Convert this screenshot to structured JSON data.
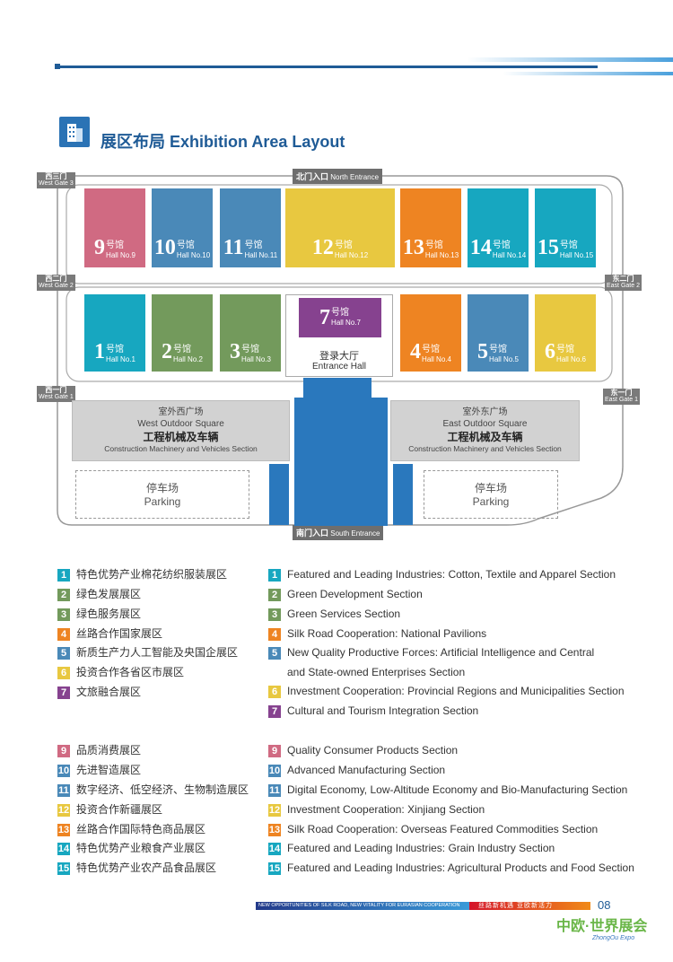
{
  "header": {
    "title": "展区布局 Exhibition Area Layout"
  },
  "map": {
    "north_entrance": {
      "cn": "北门入口",
      "en": "North Entrance"
    },
    "south_entrance": {
      "cn": "南门入口",
      "en": "South Entrance"
    },
    "gates": {
      "west3": {
        "cn": "西三门",
        "en": "West Gate 3"
      },
      "west2": {
        "cn": "西二门",
        "en": "West Gate 2"
      },
      "west1": {
        "cn": "西一门",
        "en": "West Gate 1"
      },
      "east2": {
        "cn": "东二门",
        "en": "East Gate 2"
      },
      "east1": {
        "cn": "东一门",
        "en": "East Gate 1"
      }
    },
    "hall_cn": "号馆",
    "halls": [
      {
        "num": "9",
        "en": "Hall No.9",
        "color": "#d06a82"
      },
      {
        "num": "10",
        "en": "Hall No.10",
        "color": "#4a89b8"
      },
      {
        "num": "11",
        "en": "Hall No.11",
        "color": "#4a89b8"
      },
      {
        "num": "12",
        "en": "Hall No.12",
        "color": "#e8c840"
      },
      {
        "num": "13",
        "en": "Hall No.13",
        "color": "#ee8422"
      },
      {
        "num": "14",
        "en": "Hall No.14",
        "color": "#17a7c0"
      },
      {
        "num": "15",
        "en": "Hall No.15",
        "color": "#17a7c0"
      },
      {
        "num": "1",
        "en": "Hall No.1",
        "color": "#17a7c0"
      },
      {
        "num": "2",
        "en": "Hall No.2",
        "color": "#739a5c"
      },
      {
        "num": "3",
        "en": "Hall No.3",
        "color": "#739a5c"
      },
      {
        "num": "7",
        "en": "Hall No.7",
        "color": "#86428f"
      },
      {
        "num": "4",
        "en": "Hall No.4",
        "color": "#ee8422"
      },
      {
        "num": "5",
        "en": "Hall No.5",
        "color": "#4a89b8"
      },
      {
        "num": "6",
        "en": "Hall No.6",
        "color": "#e8c840"
      }
    ],
    "entrance_hall": {
      "cn": "登录大厅",
      "en": "Entrance Hall"
    },
    "west_square": {
      "cn": "室外西广场",
      "en": "West Outdoor Square",
      "section_cn": "工程机械及车辆",
      "section_en": "Construction Machinery and Vehicles Section"
    },
    "east_square": {
      "cn": "室外东广场",
      "en": "East Outdoor Square",
      "section_cn": "工程机械及车辆",
      "section_en": "Construction Machinery and Vehicles Section"
    },
    "parking": {
      "cn": "停车场",
      "en": "Parking"
    }
  },
  "legend": [
    {
      "num": "1",
      "color": "#17a7c0",
      "cn": "特色优势产业棉花纺织服装展区",
      "en": "Featured and Leading Industries: Cotton, Textile and Apparel Section"
    },
    {
      "num": "2",
      "color": "#739a5c",
      "cn": "绿色发展展区",
      "en": "Green Development Section"
    },
    {
      "num": "3",
      "color": "#739a5c",
      "cn": "绿色服务展区",
      "en": "Green Services Section"
    },
    {
      "num": "4",
      "color": "#ee8422",
      "cn": "丝路合作国家展区",
      "en": "Silk Road Cooperation: National Pavilions"
    },
    {
      "num": "5",
      "color": "#4a89b8",
      "cn": "新质生产力人工智能及央国企展区",
      "en": "New Quality Productive Forces: Artificial Intelligence and Central and State-owned Enterprises Section"
    },
    {
      "num": "6",
      "color": "#e8c840",
      "cn": "投资合作各省区市展区",
      "en": "Investment Cooperation: Provincial Regions and Municipalities Section"
    },
    {
      "num": "7",
      "color": "#86428f",
      "cn": "文旅融合展区",
      "en": "Cultural and Tourism Integration Section"
    },
    {
      "num": "9",
      "color": "#d06a82",
      "cn": "品质消费展区",
      "en": "Quality Consumer Products Section"
    },
    {
      "num": "10",
      "color": "#4a89b8",
      "cn": "先进智造展区",
      "en": "Advanced Manufacturing Section"
    },
    {
      "num": "11",
      "color": "#4a89b8",
      "cn": "数字经济、低空经济、生物制造展区",
      "en": "Digital Economy, Low-Altitude Economy and Bio-Manufacturing Section"
    },
    {
      "num": "12",
      "color": "#e8c840",
      "cn": "投资合作新疆展区",
      "en": "Investment Cooperation: Xinjiang Section"
    },
    {
      "num": "13",
      "color": "#ee8422",
      "cn": "丝路合作国际特色商品展区",
      "en": "Silk Road Cooperation: Overseas Featured Commodities Section"
    },
    {
      "num": "14",
      "color": "#17a7c0",
      "cn": "特色优势产业粮食产业展区",
      "en": "Featured and Leading Industries: Grain Industry Section"
    },
    {
      "num": "15",
      "color": "#17a7c0",
      "cn": "特色优势产业农产品食品展区",
      "en": "Featured and Leading Industries: Agricultural Products and Food Section"
    }
  ],
  "footer": {
    "slogan_en": "NEW OPPORTUNITIES OF SILK ROAD, NEW VITALITY FOR EURASIAN COOPERATION",
    "slogan_cn": "丝路新机遇  亚欧新活力",
    "page": "08",
    "logo_cn": "中欧·世界展会",
    "logo_en": "ZhongOu Expo"
  }
}
